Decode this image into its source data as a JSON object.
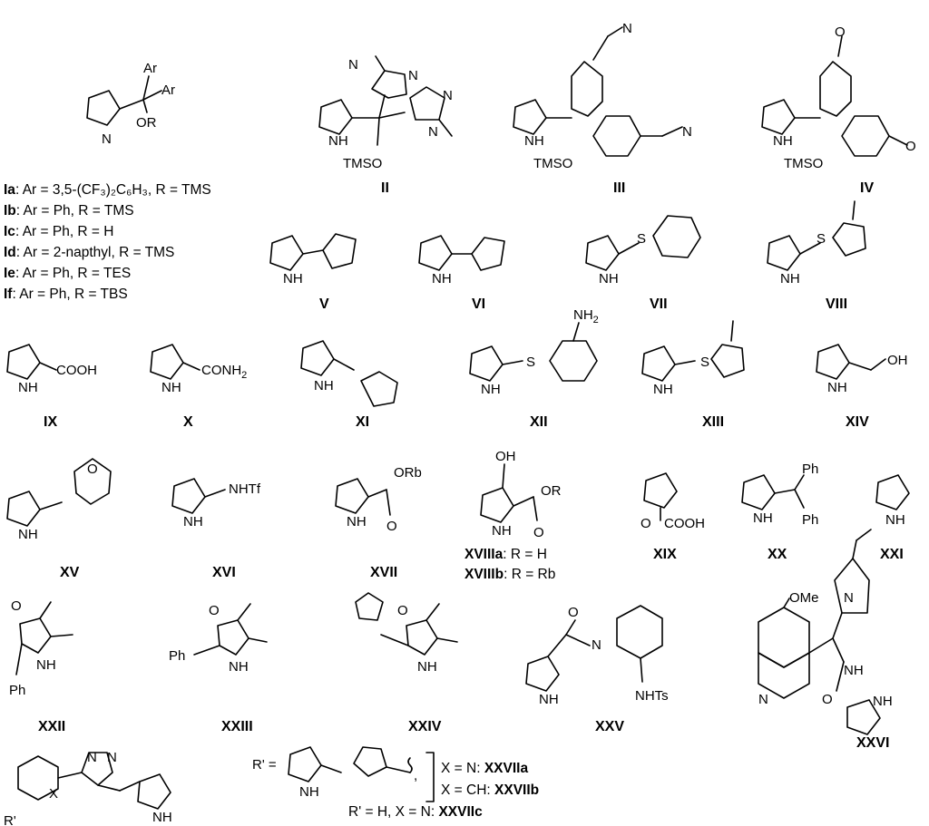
{
  "labels": {
    "II": "II",
    "III": "III",
    "IV": "IV",
    "V": "V",
    "VI": "VI",
    "VII": "VII",
    "VIII": "VIII",
    "IX": "IX",
    "X": "X",
    "XI": "XI",
    "XII": "XII",
    "XIII": "XIII",
    "XIV": "XIV",
    "XV": "XV",
    "XVI": "XVI",
    "XVII": "XVII",
    "XIX": "XIX",
    "XX": "XX",
    "XXI": "XXI",
    "XXII": "XXII",
    "XXIII": "XXIII",
    "XXIV": "XXIV",
    "XXV": "XXV",
    "XXVI": "XXVI"
  },
  "variants_I": [
    {
      "id": "Ia",
      "text": ": Ar = 3,5-(CF₃)₂C₆H₃, R = TMS"
    },
    {
      "id": "Ib",
      "text": ": Ar = Ph, R = TMS"
    },
    {
      "id": "Ic",
      "text": ": Ar = Ph, R = H"
    },
    {
      "id": "Id",
      "text": ": Ar = 2-napthyl, R = TMS"
    },
    {
      "id": "Ie",
      "text": ": Ar = Ph, R = TES"
    },
    {
      "id": "If",
      "text": ": Ar = Ph, R = TBS"
    }
  ],
  "variants_XVIII": [
    {
      "id": "XVIIIa",
      "text": ": R = H"
    },
    {
      "id": "XVIIIb",
      "text": ": R = Rb"
    }
  ],
  "variants_XXVII": [
    {
      "cond": "X = N: ",
      "id": "XXVIIa"
    },
    {
      "cond": "X = CH: ",
      "id": "XXVIIb"
    },
    {
      "cond": "R' = H,   X = N: ",
      "id": "XXVIIc"
    }
  ],
  "atoms": {
    "NH": "NH",
    "N": "N",
    "H": "H",
    "Ar": "Ar",
    "OR": "OR",
    "TMSO": "TMSO",
    "COOH": "COOH",
    "CONH2": "CONH",
    "NHTf": "NHTf",
    "ORb": "ORb",
    "O": "O",
    "OH": "OH",
    "Ph": "Ph",
    "S": "S",
    "NH2": "NH",
    "NHTs": "NHTs",
    "OMe": "OMe",
    "Rprime": "R'",
    "Rprime_eq": "R' =",
    "X": "X"
  }
}
